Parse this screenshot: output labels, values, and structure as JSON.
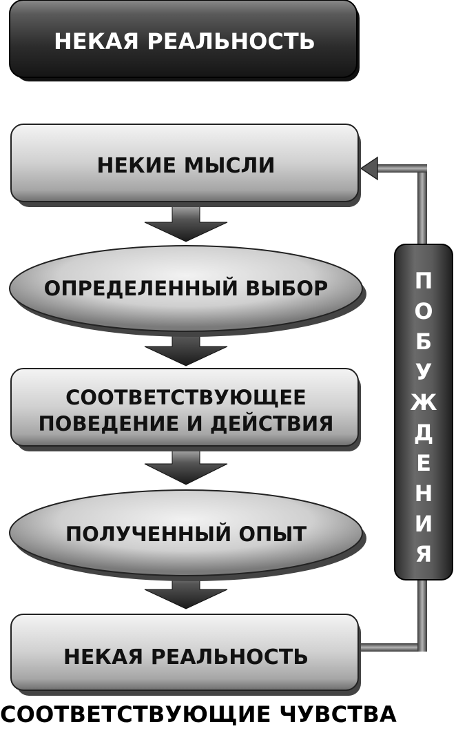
{
  "diagram": {
    "top_box": "НЕКАЯ РЕАЛЬНОСТЬ",
    "steps": [
      {
        "lines": [
          "НЕКИЕ МЫСЛИ"
        ]
      },
      {
        "lines": [
          "ОПРЕДЕЛЕННЫЙ ВЫБОР"
        ]
      },
      {
        "lines": [
          "СООТВЕТСТВУЮЩЕЕ",
          "ПОВЕДЕНИЕ И ДЕЙСТВИЯ"
        ]
      },
      {
        "lines": [
          "ПОЛУЧЕННЫЙ ОПЫТ"
        ]
      },
      {
        "lines": [
          "НЕКАЯ РЕАЛЬНОСТЬ"
        ]
      }
    ],
    "feedback_letters": [
      "П",
      "О",
      "Б",
      "У",
      "Ж",
      "Д",
      "Е",
      "Н",
      "И",
      "Я"
    ],
    "caption": "СООТВЕТСТВУЮЩИЕ ЧУВСТВА"
  }
}
